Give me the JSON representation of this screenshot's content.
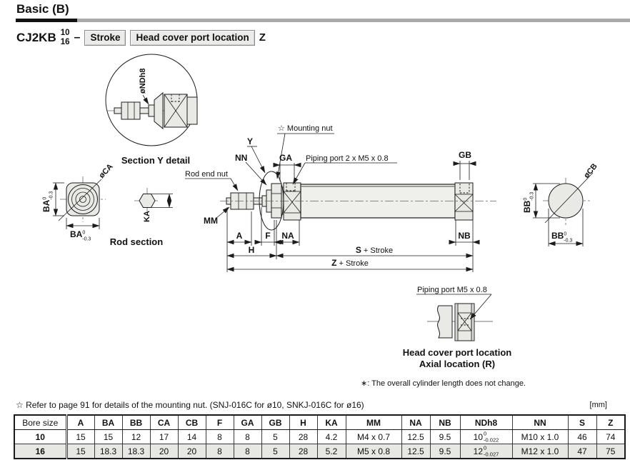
{
  "header": {
    "title": "Basic (B)"
  },
  "model": {
    "series": "CJ2KB",
    "bore_top": "10",
    "bore_bottom": "16",
    "separator": "–",
    "option_boxes": [
      "Stroke",
      "Head cover port location"
    ],
    "suffix": "Z"
  },
  "labels": {
    "section_y_detail": "Section Y detail",
    "ndh8": "øNDh8",
    "rod_section": "Rod section",
    "rod_end_nut": "Rod end nut",
    "mounting_nut": "☆ Mounting nut",
    "piping_port_2": "Piping port 2 x M5 x 0.8",
    "piping_port": "Piping port M5 x 0.8",
    "head_cover_line1": "Head cover port location",
    "head_cover_line2": "Axial location (R)",
    "axial_note": "∗: The overall cylinder length does not change.",
    "y": "Y",
    "nn": "NN",
    "ga": "GA",
    "gb": "GB",
    "mm": "MM",
    "a": "A",
    "f": "F",
    "na": "NA",
    "nb": "NB",
    "h": "H",
    "s": "S",
    "z": "Z",
    "stroke_suffix": " + Stroke",
    "ba": "BA",
    "bb": "BB",
    "ca": "øCA",
    "cb": "øCB",
    "ka": "KA",
    "tol_sup": "0",
    "tol_sub": "-0.3"
  },
  "footnote": "☆ Refer to page 91 for details of the mounting nut. (SNJ-016C for ø10, SNKJ-016C for ø16)",
  "unit_label": "[mm]",
  "table": {
    "headers": [
      "Bore size",
      "A",
      "BA",
      "BB",
      "CA",
      "CB",
      "F",
      "GA",
      "GB",
      "H",
      "KA",
      "MM",
      "NA",
      "NB",
      "NDh8",
      "NN",
      "S",
      "Z"
    ],
    "rows": [
      {
        "bore": "10",
        "a": "15",
        "ba": "15",
        "bb": "12",
        "ca": "17",
        "cb": "14",
        "f": "8",
        "ga": "8",
        "gb": "5",
        "h": "28",
        "ka": "4.2",
        "mm": "M4 x 0.7",
        "na": "12.5",
        "nb": "9.5",
        "ndh8": {
          "main": "10",
          "sup": "0",
          "sub": "-0.022"
        },
        "nn": "M10 x 1.0",
        "s": "46",
        "z": "74"
      },
      {
        "bore": "16",
        "a": "15",
        "ba": "18.3",
        "bb": "18.3",
        "ca": "20",
        "cb": "20",
        "f": "8",
        "ga": "8",
        "gb": "5",
        "h": "28",
        "ka": "5.2",
        "mm": "M5 x 0.8",
        "na": "12.5",
        "nb": "9.5",
        "ndh8": {
          "main": "12",
          "sup": "0",
          "sub": "-0.027"
        },
        "nn": "M12 x 1.0",
        "s": "47",
        "z": "75"
      }
    ]
  }
}
